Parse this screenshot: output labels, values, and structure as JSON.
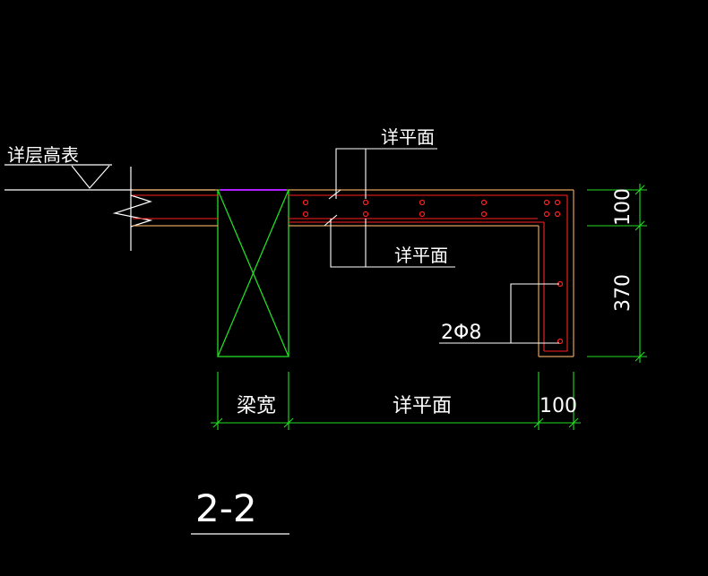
{
  "labels": {
    "floor_level": "详层高表",
    "note_top": "详平面",
    "note_mid": "详平面",
    "rebar_callout": "2Φ8",
    "beam_width": "梁宽",
    "span_dim": "详平面",
    "end_dim": "100",
    "vert_dim_top": "100",
    "vert_dim_bottom": "370",
    "section_title": "2-2"
  },
  "colors": {
    "background": "#000000",
    "text": "#ffffff",
    "slab_outline": "#e0a060",
    "rebar": "#ff2020",
    "beam": "#22dd22",
    "dimension": "#22dd22",
    "leader": "#ffffff",
    "accent": "#b020ff"
  }
}
